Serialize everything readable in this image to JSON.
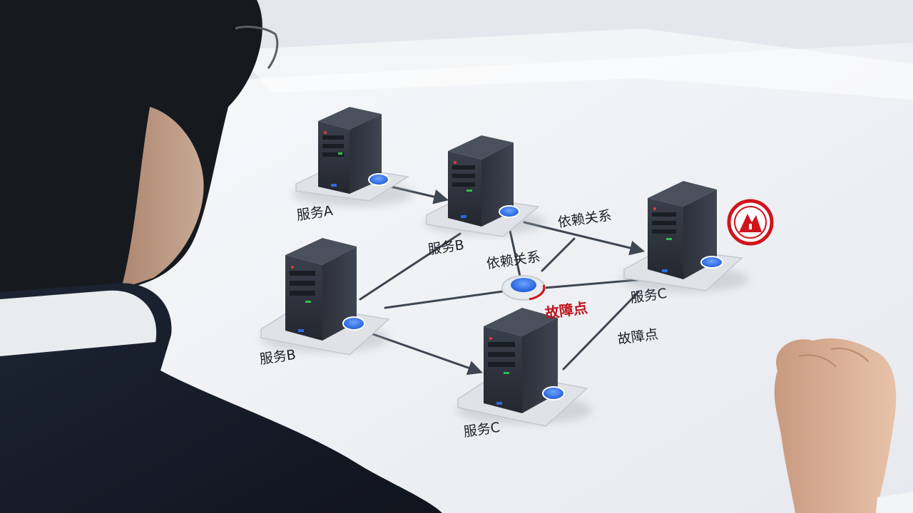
{
  "nodes": [
    {
      "label": "服务A"
    },
    {
      "label": "服务B"
    },
    {
      "label": "服务B"
    },
    {
      "label": "服务C"
    },
    {
      "label": "服务C"
    }
  ],
  "edge_labels": [
    "依赖关系",
    "依赖关系",
    "故障点",
    "故障点"
  ],
  "colors": {
    "server": "#343a46",
    "accent_blue": "#2a6be0",
    "fault_red": "#d0141c",
    "connector": "#3e4652",
    "surface": "#f2f4f7"
  },
  "icons": [
    "server-icon",
    "status-dot-icon",
    "warning-icon",
    "hub-node-icon"
  ]
}
